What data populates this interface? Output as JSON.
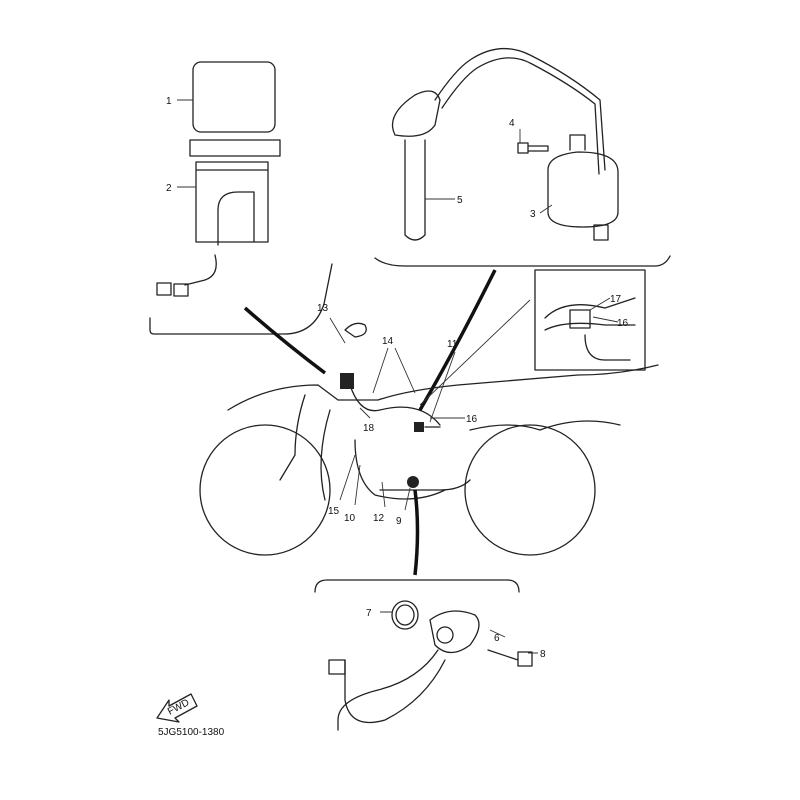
{
  "diagram": {
    "part_numbers": {
      "p1": "1",
      "p2": "2",
      "p3": "3",
      "p4": "4",
      "p5": "5",
      "p6": "6",
      "p7": "7",
      "p8": "8",
      "p9": "9",
      "p10": "10",
      "p11": "11",
      "p12": "12",
      "p13": "13",
      "p14": "14",
      "p15": "15",
      "p16a": "16",
      "p16b": "16",
      "p17": "17",
      "p18": "18"
    },
    "direction_label": "FWD",
    "diagram_code": "5JG5100-1380"
  }
}
